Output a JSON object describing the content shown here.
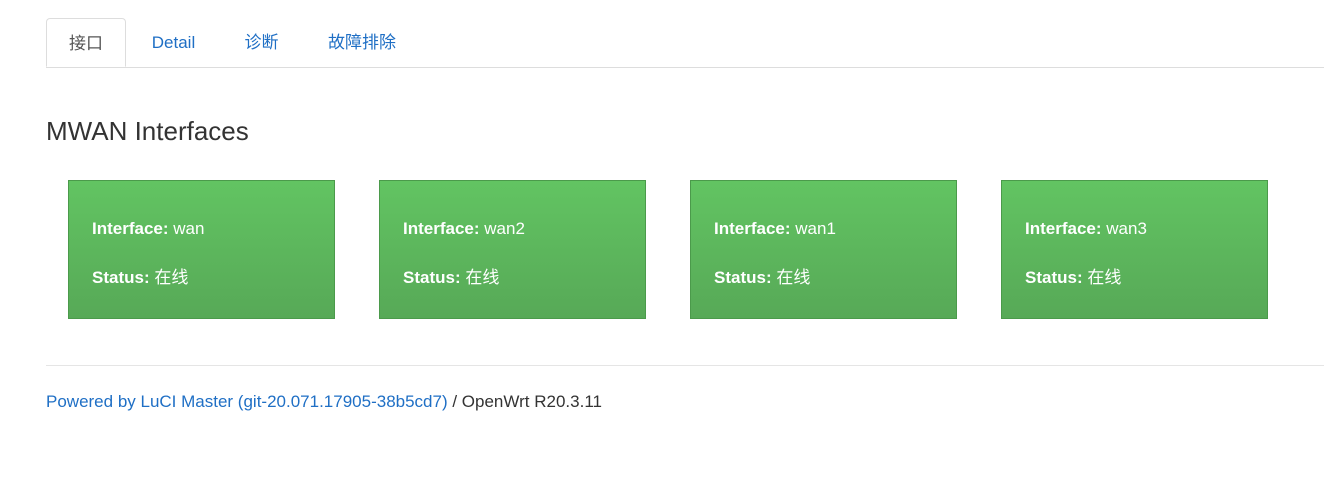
{
  "tabs": [
    {
      "label": "接口",
      "active": true
    },
    {
      "label": "Detail",
      "active": false
    },
    {
      "label": "诊断",
      "active": false
    },
    {
      "label": "故障排除",
      "active": false
    }
  ],
  "section_title": "MWAN Interfaces",
  "labels": {
    "interface": "Interface:",
    "status": "Status:"
  },
  "interfaces": [
    {
      "name": "wan",
      "status": "在线"
    },
    {
      "name": "wan2",
      "status": "在线"
    },
    {
      "name": "wan1",
      "status": "在线"
    },
    {
      "name": "wan3",
      "status": "在线"
    }
  ],
  "footer": {
    "link_text": "Powered by LuCI Master (git-20.071.17905-38b5cd7)",
    "separator": " / ",
    "version": "OpenWrt R20.3.11"
  },
  "colors": {
    "online_green": "#5cb85c",
    "link_blue": "#1f6fc5"
  }
}
